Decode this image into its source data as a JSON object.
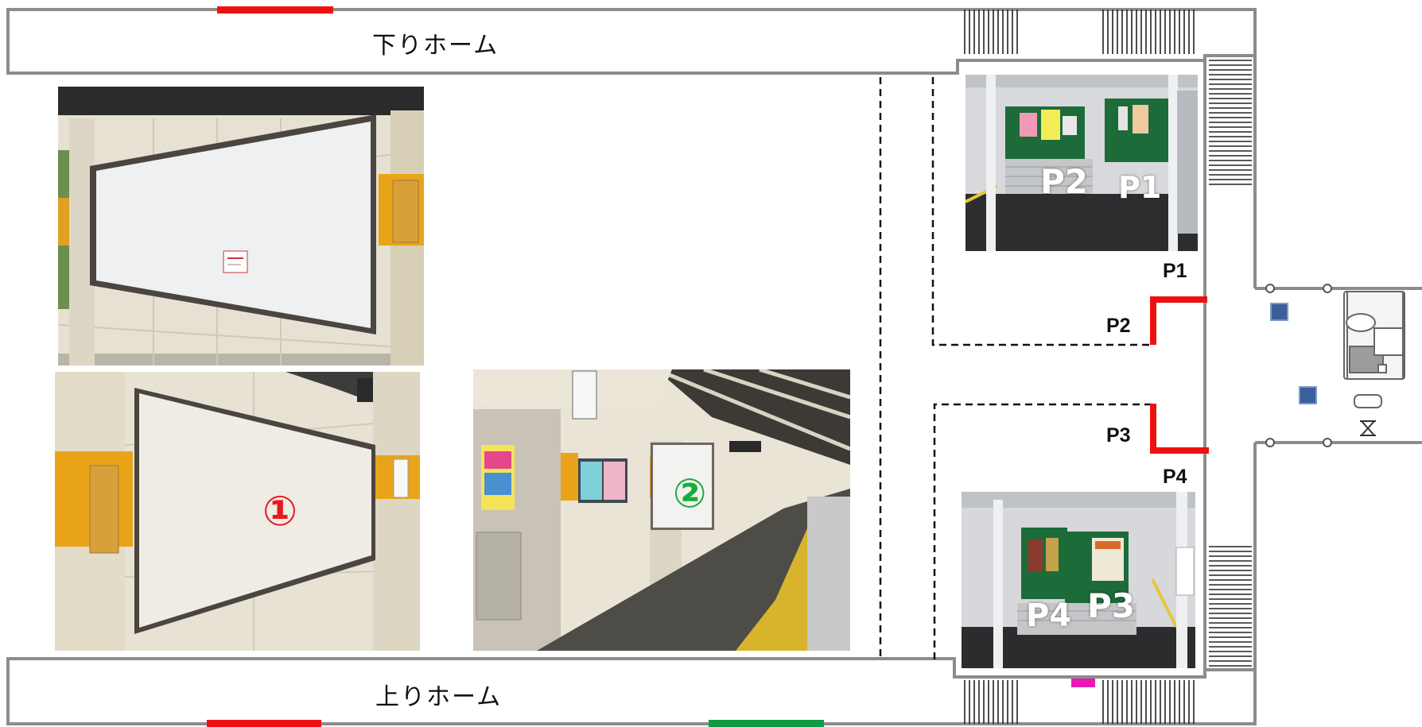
{
  "platforms": {
    "down_label": "下りホーム",
    "up_label": "上りホーム"
  },
  "photo_markers": {
    "one": "①",
    "two": "②"
  },
  "board_labels": {
    "p1": "P1",
    "p2": "P2",
    "p3": "P3",
    "p4": "P4"
  },
  "photo_tags": {
    "top": [
      "P2",
      "P1"
    ],
    "bottom": [
      "P4",
      "P3"
    ]
  },
  "colors": {
    "marker_one": "#e8191e",
    "marker_two": "#1aab3c",
    "site_red": "#ee1111",
    "site_green": "#119944",
    "site_magenta": "#e619b5",
    "wall_line": "#8c8c8c",
    "kiosk_blue": "#3a5f9a"
  }
}
